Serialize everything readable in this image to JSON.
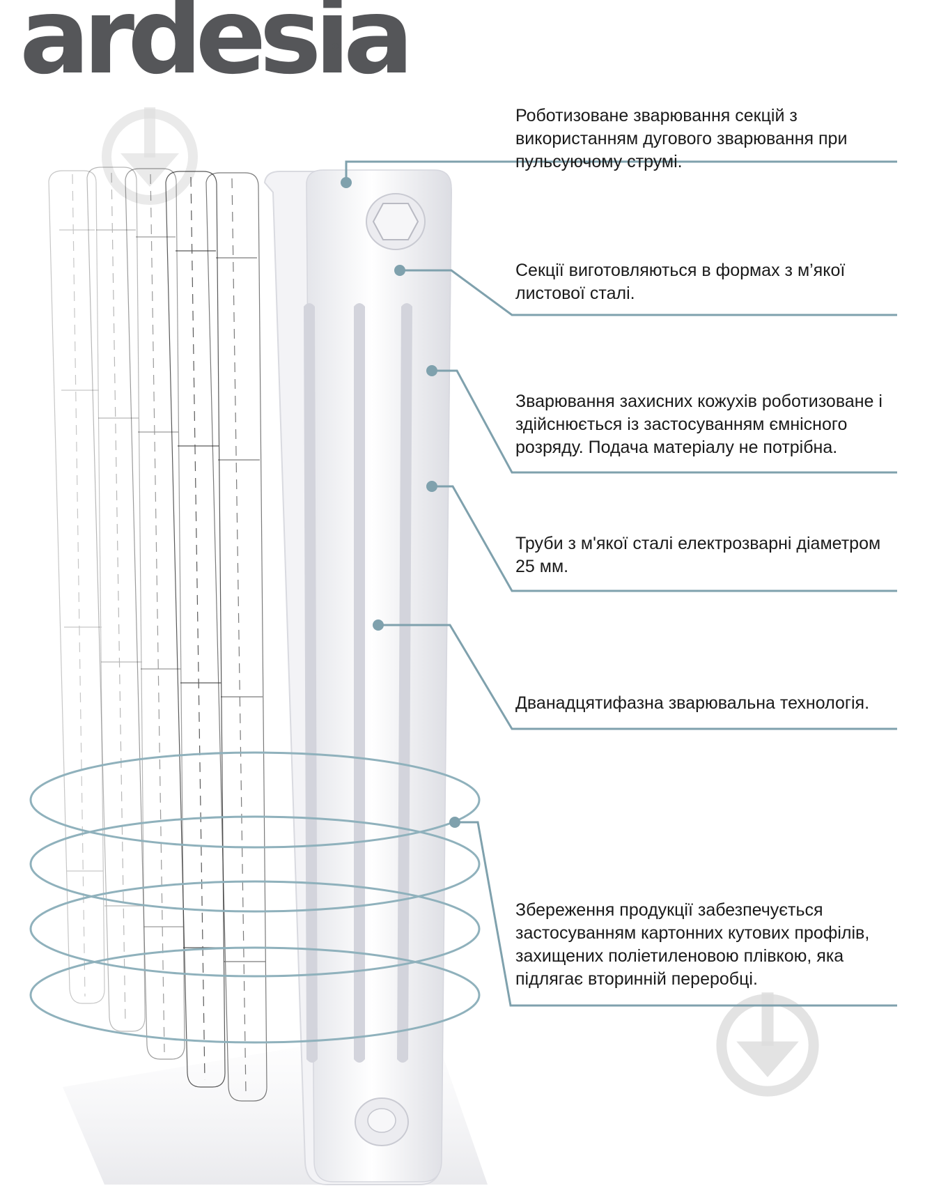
{
  "brand": {
    "name": "ardesia",
    "reg_mark": "®",
    "logo_color": "#555659"
  },
  "colors": {
    "callout_line": "#7fa1ad",
    "ring": "#8fb1bc",
    "radiator_white": "#f7f7f9",
    "watermark": "#dcdcdc"
  },
  "callouts": [
    {
      "text": "Роботизоване зварювання секцій з використанням дугового зварювання при пульсуючому струмі."
    },
    {
      "text": "Секції виготовляються в формах з м’якої листової сталі."
    },
    {
      "text": "Зварювання захисних кожухів роботизоване і здійснюється із застосуванням ємнісного розряду. Подача матеріалу не потрібна."
    },
    {
      "text": "Труби з м'якої сталі електрозварні діаметром 25 мм."
    },
    {
      "text": "Дванадцятифазна зварювальна технологія."
    },
    {
      "text": "Збереження продукції забезпечується застосуванням картонних кутових профілів, захищених поліетиленовою плівкою, яка підлягає вторинній переробці."
    }
  ],
  "watermark_icon": "download-arrow-icon"
}
